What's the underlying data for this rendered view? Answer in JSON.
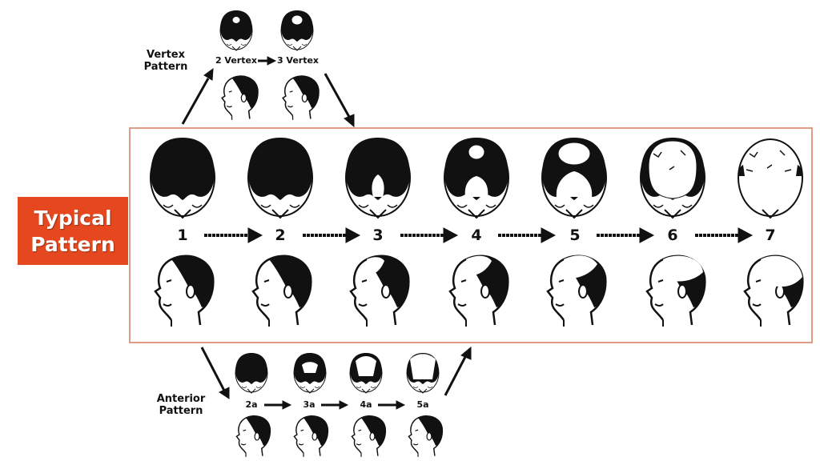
{
  "typical_label": {
    "line1": "Typical",
    "line2": "Pattern"
  },
  "vertex_label": {
    "line1": "Vertex",
    "line2": "Pattern"
  },
  "anterior_label": {
    "line1": "Anterior",
    "line2": "Pattern"
  },
  "stages": [
    "1",
    "2",
    "3",
    "4",
    "5",
    "6",
    "7"
  ],
  "vertex_stages": [
    "2 Vertex",
    "3 Vertex"
  ],
  "anterior_stages": [
    "2a",
    "3a",
    "4a",
    "5a"
  ],
  "colors": {
    "accent": "#e5481f",
    "frame": "#e09a86",
    "ink": "#111111"
  }
}
